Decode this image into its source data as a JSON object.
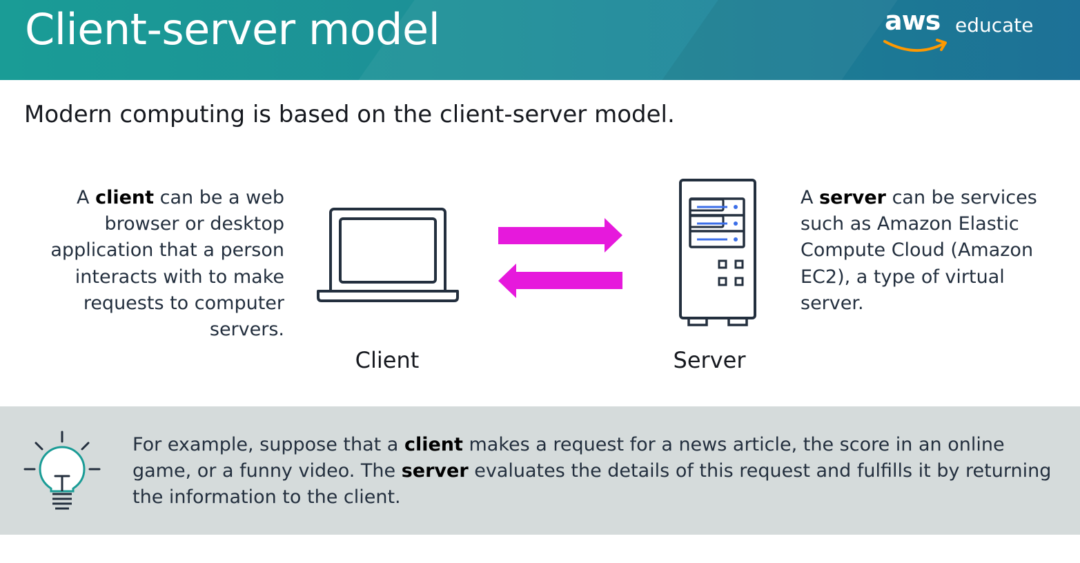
{
  "header": {
    "title": "Client-server model",
    "logo": {
      "mark": "aws",
      "product": "educate"
    }
  },
  "intro": "Modern computing is based on the client-server model.",
  "client": {
    "desc_before": "A ",
    "keyword": "client",
    "desc_after": " can be a web browser or desktop application that a person interacts with to make requests to computer servers.",
    "caption": "Client",
    "icon": "laptop-icon"
  },
  "server": {
    "desc_before": "A ",
    "keyword": "server",
    "desc_after": " can be services such as Amazon Elastic Compute Cloud (Amazon EC2), a type of virtual server.",
    "caption": "Server",
    "icon": "server-tower-icon"
  },
  "arrows": {
    "request": "arrow-right-icon",
    "response": "arrow-left-icon",
    "color": "#e619dc"
  },
  "tip": {
    "icon": "lightbulb-icon",
    "p1": "For example, suppose that a ",
    "kw1": "client",
    "p2": " makes a request for a news article, the score in an online game, or a funny video. The ",
    "kw2": "server",
    "p3": " evaluates the details of this request and fulfills it by returning the information to the client."
  },
  "colors": {
    "header_start": "#1a9c96",
    "header_end": "#1f78a0",
    "accent_arrow": "#e619dc",
    "aws_smile": "#ff9900",
    "server_blue": "#3b6ee8",
    "tip_bg": "#d5dbdb",
    "bulb": "#1a9c96"
  }
}
